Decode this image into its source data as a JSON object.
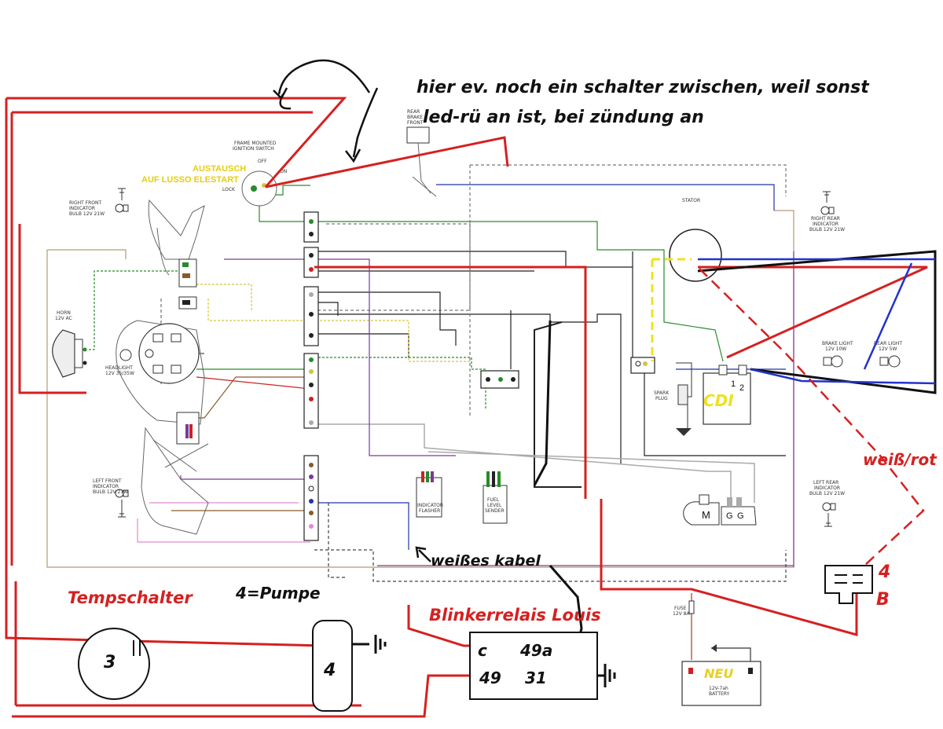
{
  "annotations": {
    "note_line1": "hier ev. noch ein schalter zwischen, weil sonst",
    "note_line2": "led-rü an ist, bei zündung an",
    "austausch_line1": "AUSTAUSCH",
    "austausch_line2": "AUF LUSSO ELESTART",
    "tempschalter": "Tempschalter",
    "pumpe": "4=Pumpe",
    "blinkerrelais": "Blinkerrelais Louis",
    "weisses_kabel": "weißes kabel",
    "weiss_rot": "weiß/rot",
    "neu": "NEU",
    "cdi": "CDI",
    "connector_4": "4",
    "connector_b": "B",
    "temp_num": "3",
    "pump_num": "4"
  },
  "relay": {
    "c": "c",
    "t49a": "49a",
    "t49": "49",
    "t31": "31"
  },
  "components": {
    "ignition_switch_line1": "FRAME MOUNTED",
    "ignition_switch_line2": "IGNITION SWITCH",
    "off": "OFF",
    "on": "ON",
    "lock": "LOCK",
    "rear_brake_line1": "REAR",
    "rear_brake_line2": "BRAKE",
    "rear_brake_line3": "FRONT",
    "rf_line1": "RIGHT FRONT",
    "rf_line2": "INDICATOR",
    "rf_line3": "BULB 12V 21W",
    "lf_line1": "LEFT FRONT",
    "lf_line2": "INDICATOR",
    "lf_line3": "BULB 12V 21W",
    "rr_line1": "RIGHT REAR",
    "rr_line2": "INDICATOR",
    "rr_line3": "BULB 12V 21W",
    "lr_line1": "LEFT REAR",
    "lr_line2": "INDICATOR",
    "lr_line3": "BULB 12V 21W",
    "horn_line1": "HORN",
    "horn_line2": "12V AC",
    "headlight_line1": "HEADLIGHT",
    "headlight_line2": "12V 35/35W",
    "stator": "STATOR",
    "spark_line1": "SPARK",
    "spark_line2": "PLUG",
    "brake_line1": "BRAKE LIGHT",
    "brake_line2": "12V 10W",
    "rear_line1": "REAR LIGHT",
    "rear_line2": "12V 5W",
    "flasher_line1": "INDICATOR",
    "flasher_line2": "FLASHER",
    "fuel_line1": "FUEL",
    "fuel_line2": "LEVEL",
    "fuel_line3": "SENDER",
    "fuse_line1": "FUSE",
    "fuse_line2": "12V 8A",
    "battery_line1": "12V-7ah",
    "battery_line2": "BATTERY",
    "motor": "M",
    "g1": "G",
    "g2": "G",
    "cdi_pin1": "1",
    "cdi_pin2": "2"
  }
}
